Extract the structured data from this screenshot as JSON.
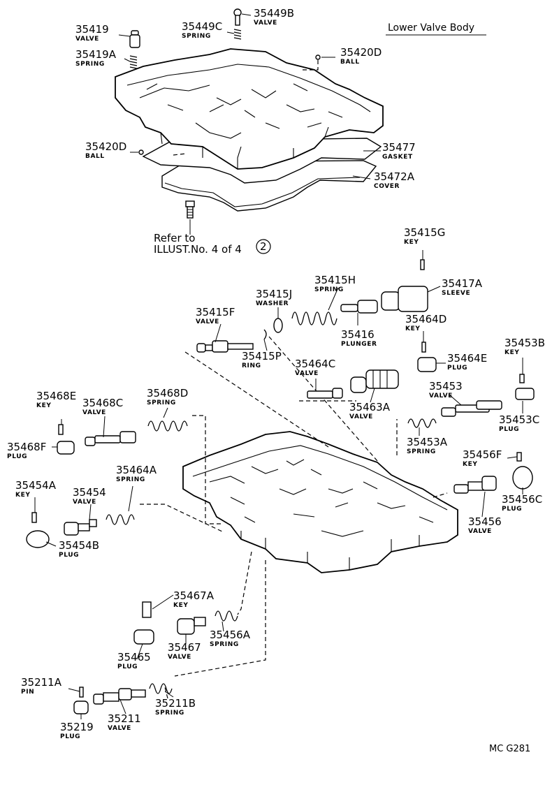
{
  "title": "Lower Valve Body",
  "reference": {
    "line1": "Refer to",
    "line2": "ILLUST.No. 4 of 4",
    "badge": "2"
  },
  "diagram_code": "MC  G281",
  "parts": [
    {
      "id": "p35419",
      "number": "35419",
      "name": "VALVE"
    },
    {
      "id": "p35419A",
      "number": "35419A",
      "name": "SPRING"
    },
    {
      "id": "p35449C",
      "number": "35449C",
      "name": "SPRING"
    },
    {
      "id": "p35449B",
      "number": "35449B",
      "name": "VALVE"
    },
    {
      "id": "p35420D_top",
      "number": "35420D",
      "name": "BALL"
    },
    {
      "id": "p35420D_left",
      "number": "35420D",
      "name": "BALL"
    },
    {
      "id": "p35477",
      "number": "35477",
      "name": "GASKET"
    },
    {
      "id": "p35472A",
      "number": "35472A",
      "name": "COVER"
    },
    {
      "id": "p35415G",
      "number": "35415G",
      "name": "KEY"
    },
    {
      "id": "p35415H",
      "number": "35415H",
      "name": "SPRING"
    },
    {
      "id": "p35417A",
      "number": "35417A",
      "name": "SLEEVE"
    },
    {
      "id": "p35415J",
      "number": "35415J",
      "name": "WASHER"
    },
    {
      "id": "p35415F",
      "number": "35415F",
      "name": "VALVE"
    },
    {
      "id": "p35416",
      "number": "35416",
      "name": "PLUNGER"
    },
    {
      "id": "p35464D",
      "number": "35464D",
      "name": "KEY"
    },
    {
      "id": "p35415P",
      "number": "35415P",
      "name": "RING"
    },
    {
      "id": "p35464E",
      "number": "35464E",
      "name": "PLUG"
    },
    {
      "id": "p35453B",
      "number": "35453B",
      "name": "KEY"
    },
    {
      "id": "p35464C",
      "number": "35464C",
      "name": "VALVE"
    },
    {
      "id": "p35453",
      "number": "35453",
      "name": "VALVE"
    },
    {
      "id": "p35463A",
      "number": "35463A",
      "name": "VALVE"
    },
    {
      "id": "p35453C",
      "number": "35453C",
      "name": "PLUG"
    },
    {
      "id": "p35468E",
      "number": "35468E",
      "name": "KEY"
    },
    {
      "id": "p35468C",
      "number": "35468C",
      "name": "VALVE"
    },
    {
      "id": "p35468D",
      "number": "35468D",
      "name": "SPRING"
    },
    {
      "id": "p35468F",
      "number": "35468F",
      "name": "PLUG"
    },
    {
      "id": "p35453A",
      "number": "35453A",
      "name": "SPRING"
    },
    {
      "id": "p35456F",
      "number": "35456F",
      "name": "KEY"
    },
    {
      "id": "p35464A",
      "number": "35464A",
      "name": "SPRING"
    },
    {
      "id": "p35454A",
      "number": "35454A",
      "name": "KEY"
    },
    {
      "id": "p35454",
      "number": "35454",
      "name": "VALVE"
    },
    {
      "id": "p35456C",
      "number": "35456C",
      "name": "PLUG"
    },
    {
      "id": "p35456",
      "number": "35456",
      "name": "VALVE"
    },
    {
      "id": "p35454B",
      "number": "35454B",
      "name": "PLUG"
    },
    {
      "id": "p35467A",
      "number": "35467A",
      "name": "KEY"
    },
    {
      "id": "p35456A",
      "number": "35456A",
      "name": "SPRING"
    },
    {
      "id": "p35467",
      "number": "35467",
      "name": "VALVE"
    },
    {
      "id": "p35465",
      "number": "35465",
      "name": "PLUG"
    },
    {
      "id": "p35211A",
      "number": "35211A",
      "name": "PIN"
    },
    {
      "id": "p35211B",
      "number": "35211B",
      "name": "SPRING"
    },
    {
      "id": "p35219",
      "number": "35219",
      "name": "PLUG"
    },
    {
      "id": "p35211",
      "number": "35211",
      "name": "VALVE"
    }
  ]
}
